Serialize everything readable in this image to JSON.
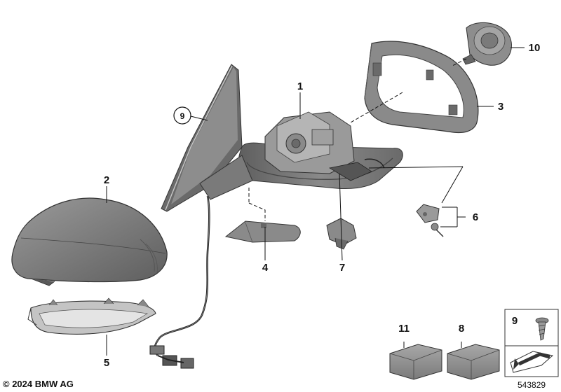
{
  "callouts": {
    "p1": "1",
    "p2": "2",
    "p3": "3",
    "p4": "4",
    "p5": "5",
    "p6": "6",
    "p7": "7",
    "p8": "8",
    "p9": "9",
    "p10": "10",
    "p11": "11",
    "p9_box": "9"
  },
  "footer": {
    "copyright": "© 2024 BMW AG",
    "part_number": "543829"
  }
}
